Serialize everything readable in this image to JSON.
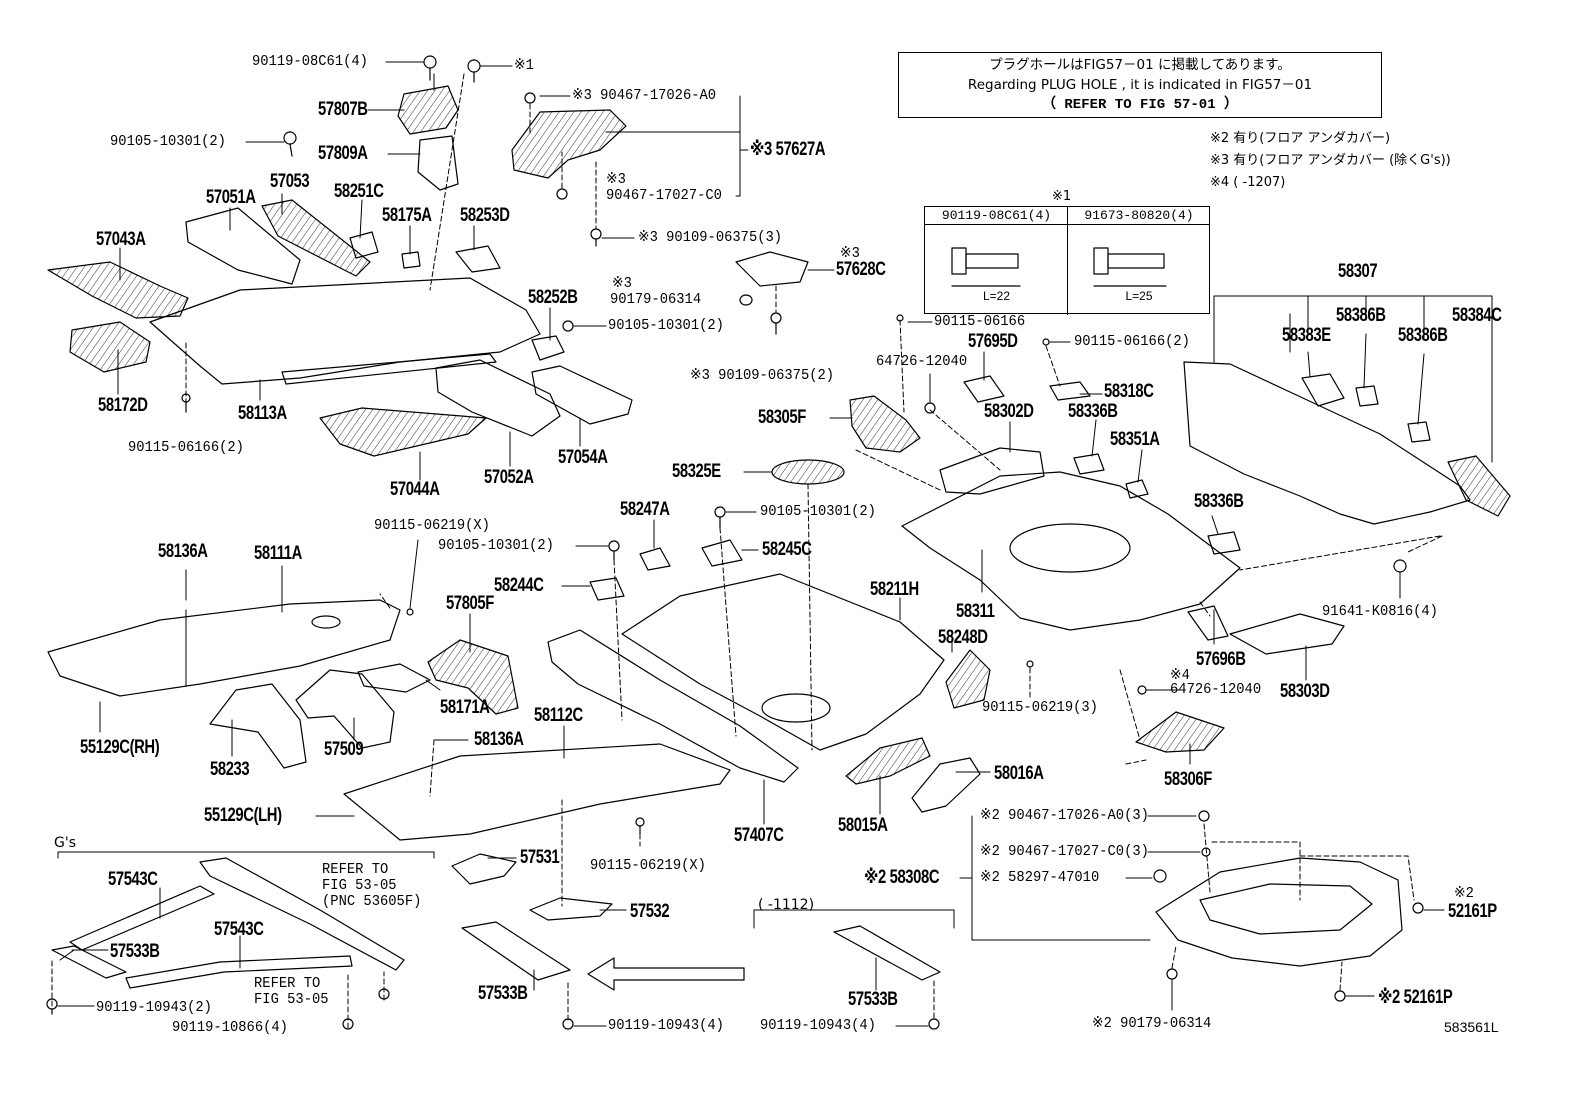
{
  "notice": {
    "line1": "プラグホールはFIG57－01 に掲載してあります。",
    "line2": "Regarding  PLUG HOLE , it is indicated  in  FIG57－01",
    "line3": "（ REFER TO FIG 57-01 ）"
  },
  "footnotes": {
    "n2": "※2 有り(フロア アンダカバー)",
    "n3": "※3 有り(フロア アンダカバー (除くG's))",
    "n4": "※4 (      -1207)"
  },
  "table": {
    "mark": "※1",
    "col1_header": "90119-08C61(4)",
    "col1_length": "L=22",
    "col2_header": "91673-80820(4)",
    "col2_length": "L=25"
  },
  "section_gs": "G's",
  "section_1112": "(     -1112)",
  "drawing_code": "583561L",
  "labels": {
    "l1": "90119-08C61(4)",
    "l2": "※1",
    "l3": "57807B",
    "l4": "90105-10301(2)",
    "l5": "57809A",
    "l6": "57051A",
    "l7": "57053",
    "l8": "58251C",
    "l9": "58175A",
    "l10": "58253D",
    "l11": "57043A",
    "l12": "58172D",
    "l13": "58113A",
    "l14": "90115-06166(2)",
    "l15": "57044A",
    "l16": "57052A",
    "l17": "57054A",
    "l18": "58252B",
    "l19": "90105-10301(2)",
    "l20": "※3 90467-17026-A0",
    "l21": "※3 57627A",
    "l22": "※3",
    "l23": "90467-17027-C0",
    "l24": "※3 90109-06375(3)",
    "l25": "※3",
    "l26": "57628C",
    "l27": "※3",
    "l28": "90179-06314",
    "l29": "※3 90109-06375(2)",
    "l30": "58325E",
    "l31": "90105-10301(2)",
    "l32": "58247A",
    "l33": "90105-10301(2)",
    "l34": "58245C",
    "l35": "58244C",
    "l36": "57805F",
    "l37": "58211H",
    "l38": "90115-06219(X)",
    "l39": "58136A",
    "l40": "58111A",
    "l41": "58171A",
    "l42": "55129C(RH)",
    "l43": "58233",
    "l44": "57509",
    "l45": "58136A",
    "l46": "58112C",
    "l47": "55129C(LH)",
    "l48": "57407C",
    "l49": "58015A",
    "l50": "58016A",
    "l51": "90115-06219(X)",
    "l52": "57531",
    "l53": "57532",
    "l54": "57543C",
    "l55": "REFER TO",
    "l56": "FIG 53-05",
    "l57": "(PNC 53605F)",
    "l58": "57533B",
    "l59": "57543C",
    "l60": "REFER TO",
    "l61": "FIG 53-05",
    "l62": "90119-10943(2)",
    "l63": "90119-10866(4)",
    "l64": "57533B",
    "l65": "90119-10943(4)",
    "l66": "57533B",
    "l67": "90119-10943(4)",
    "l68": "90115-06166",
    "l69": "64726-12040",
    "l70": "57695D",
    "l71": "90115-06166(2)",
    "l72": "58305F",
    "l73": "58302D",
    "l74": "58318C",
    "l75": "58336B",
    "l76": "58351A",
    "l77": "58307",
    "l78": "58386B",
    "l79": "58384C",
    "l80": "58383E",
    "l81": "58386B",
    "l82": "58336B",
    "l83": "58311",
    "l84": "58248D",
    "l85": "91641-K0816(4)",
    "l86": "57696B",
    "l87": "※4",
    "l88": "64726-12040",
    "l89": "58303D",
    "l90": "90115-06219(3)",
    "l91": "58306F",
    "l92": "※2 90467-17026-A0(3)",
    "l93": "※2 90467-17027-C0(3)",
    "l94": "※2 58308C",
    "l95": "※2 58297-47010",
    "l96": "※2",
    "l97": "52161P",
    "l98": "※2 52161P",
    "l99": "※2 90179-06314"
  }
}
